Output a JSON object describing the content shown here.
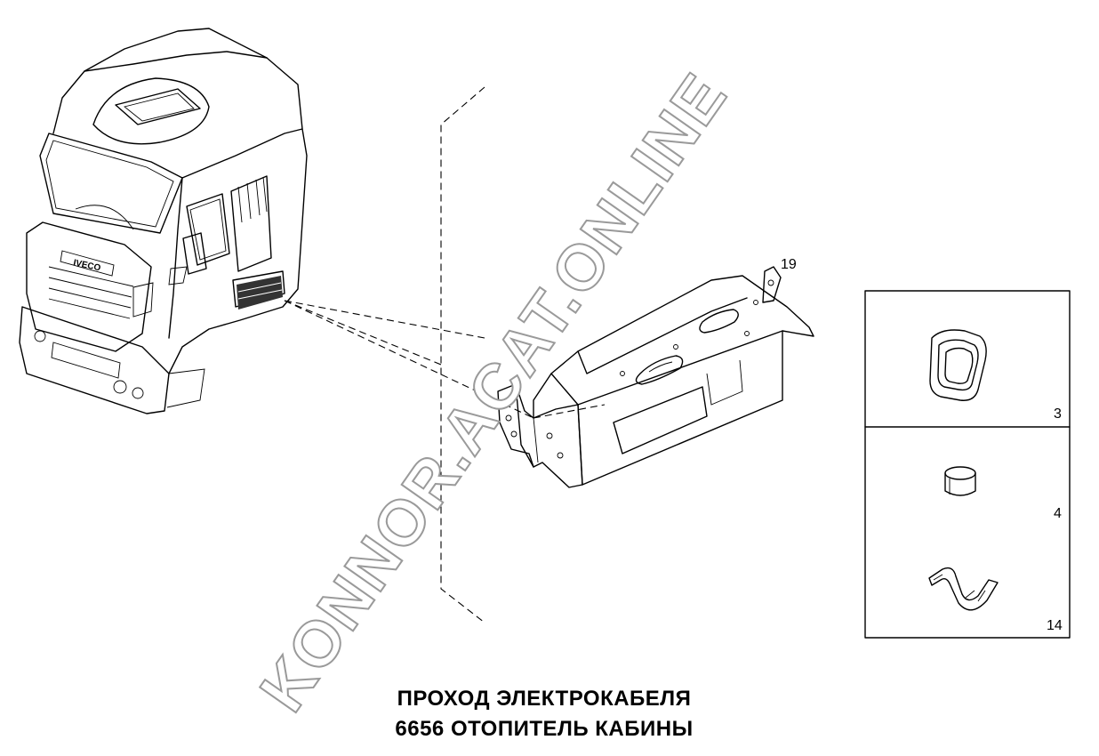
{
  "title_line1": "ПРОХОД ЭЛЕКТРОКАБЕЛЯ",
  "title_line2": "6656  ОТОПИТЕЛЬ КАБИНЫ",
  "watermark": "KONNOR.ACAT.ONLINE",
  "callouts": {
    "bracket": "19",
    "grommet": "3",
    "plug": "4",
    "cable_tie": "14"
  },
  "colors": {
    "line": "#000000",
    "background": "#ffffff",
    "watermark_outline": "#9a9a9a"
  }
}
